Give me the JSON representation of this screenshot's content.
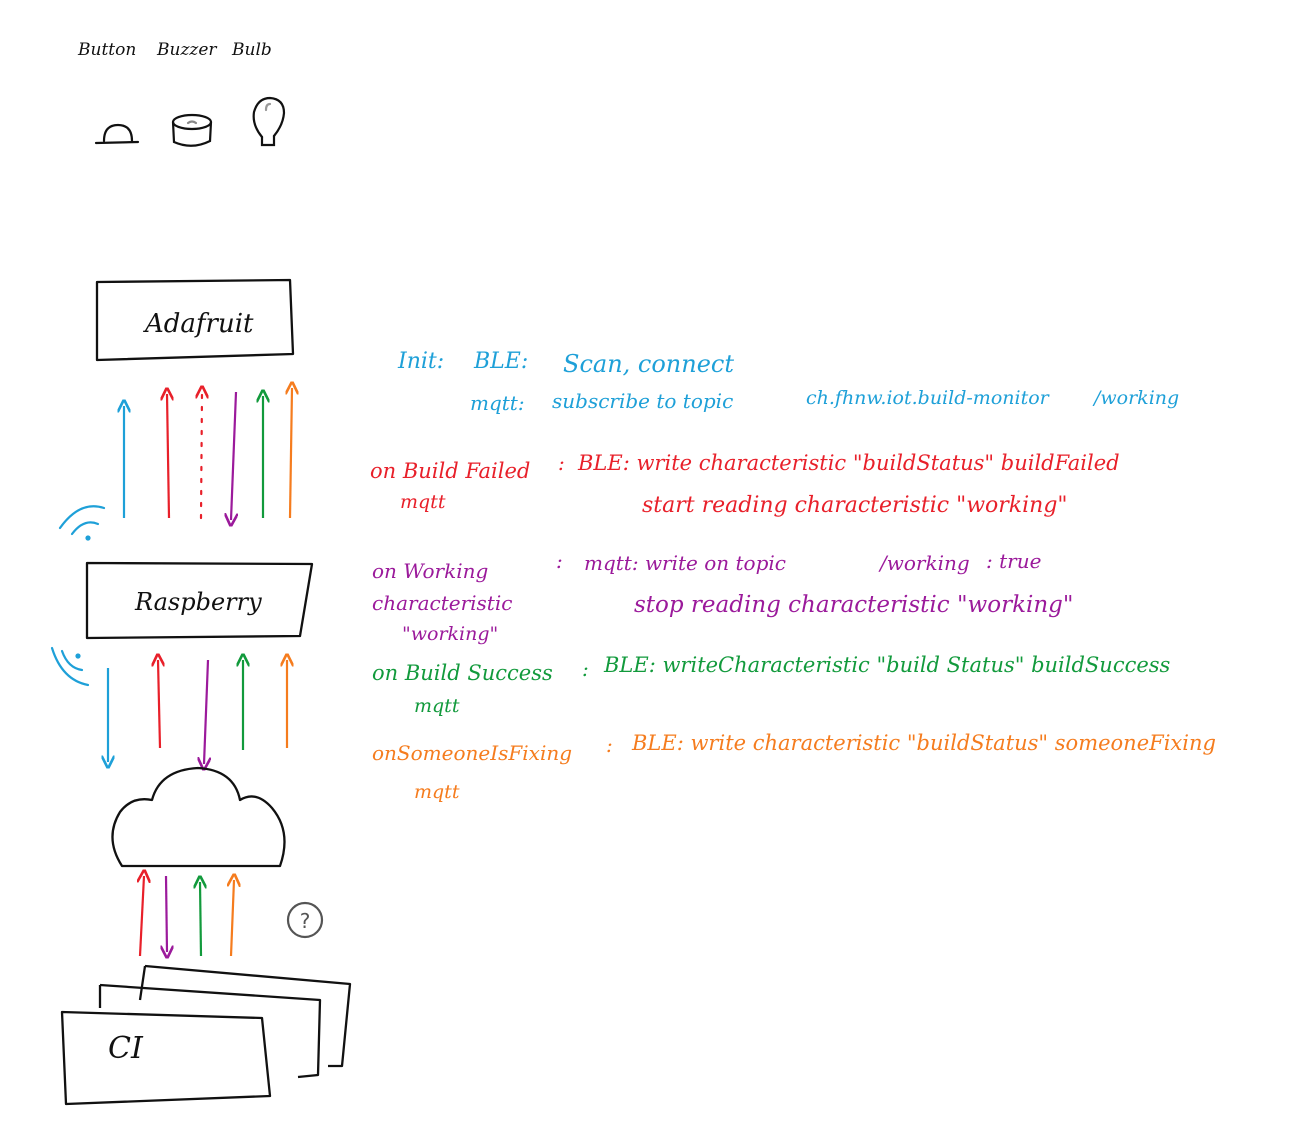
{
  "legend": {
    "button_label": "Button",
    "buzzer_label": "Buzzer",
    "bulb_label": "Bulb"
  },
  "boxes": {
    "adafruit": "Adafruit",
    "raspberry": "Raspberry",
    "ci": "CI"
  },
  "colors": {
    "blue": "#1ea0d8",
    "red": "#e8202a",
    "purple": "#9b1a9b",
    "green": "#129a3c",
    "orange": "#f57c1e",
    "ink": "#111111"
  },
  "notes": {
    "init": {
      "label": "Init:",
      "ble_label": "BLE:",
      "ble_action": "Scan, connect",
      "mqtt_label": "mqtt:",
      "mqtt_action": "subscribe to topic",
      "topic": "ch.fhnw.iot.build-monitor",
      "topic_suffix": "/working"
    },
    "failed": {
      "event": "on Build Failed",
      "event_sub": "mqtt",
      "colon": ":",
      "line1": "BLE: write characteristic \"buildStatus\" buildFailed",
      "line2": "start reading characteristic \"working\""
    },
    "working": {
      "event": "on Working",
      "event_sub1": "characteristic",
      "event_sub2": "\"working\"",
      "colon": ":",
      "line1_prefix": "mqtt: write on topic",
      "line1_topic": "/working",
      "line1_value": ": true",
      "line2": "stop reading characteristic \"working\""
    },
    "success": {
      "event": "on Build Success",
      "event_sub": "mqtt",
      "colon": ":",
      "line1": "BLE: writeCharacteristic \"build Status\" buildSuccess"
    },
    "fixing": {
      "event": "onSomeoneIsFixing",
      "event_sub": "mqtt",
      "colon": ":",
      "line1": "BLE: write characteristic \"buildStatus\" someoneFixing"
    }
  },
  "question_mark": "?"
}
